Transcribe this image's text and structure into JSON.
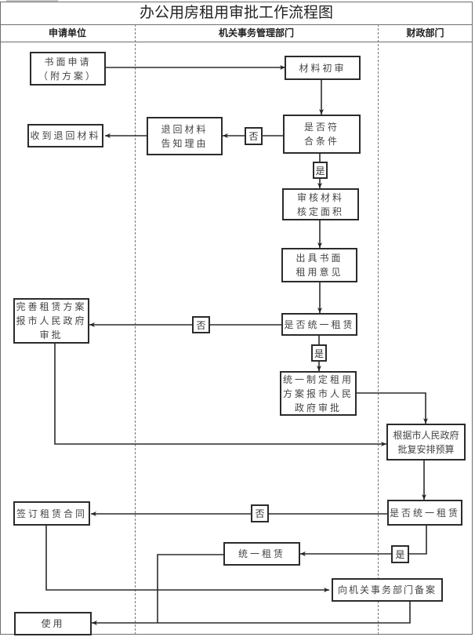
{
  "title": "办公用房租用审批工作流程图",
  "lanes": [
    {
      "name": "申请单位"
    },
    {
      "name": "机关事务管理部门"
    },
    {
      "name": "财政部门"
    }
  ],
  "nodes": {
    "written_application": "书面申请\n（附方案）",
    "initial_review": "材料初审",
    "qualified_check": "是否符\n合条件",
    "return_materials": "退回材料\n告知理由",
    "receive_returned": "收到退回材料",
    "review_area": "审核材料\n核定面积",
    "written_opinion": "出具书面\n租用意见",
    "unified_lease_check_1": "是否统一租赁",
    "improve_plan": "完善租赁方案\n报市人民政府\n审批",
    "unified_plan": "统一制定租用\n方案报市人民\n政府审批",
    "budget": "根据市人民政府\n批复安排预算",
    "unified_lease_check_2": "是否统一租赁",
    "sign_contract": "签订租赁合同",
    "unified_lease": "统一租赁",
    "file_record": "向机关事务部门备案",
    "use": "使用"
  },
  "edge_labels": {
    "no_1": "否",
    "yes_1": "是",
    "no_2": "否",
    "yes_2": "是",
    "no_3": "否",
    "yes_3": "是"
  }
}
